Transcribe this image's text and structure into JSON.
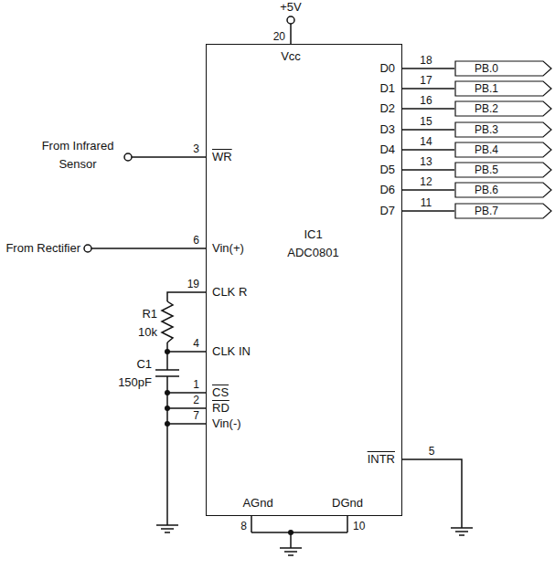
{
  "diagram": {
    "nodes": [
      {
        "text": [
          "IC1",
          "ADC0801"
        ]
      },
      {
        "text": [
          "PB.0"
        ]
      },
      {
        "text": [
          "PB.1"
        ]
      },
      {
        "text": [
          "PB.2"
        ]
      },
      {
        "text": [
          "PB.3"
        ]
      },
      {
        "text": [
          "PB.4"
        ]
      },
      {
        "text": [
          "PB.5"
        ]
      },
      {
        "text": [
          "PB.6"
        ]
      },
      {
        "text": [
          "PB.7"
        ]
      }
    ],
    "edges": [
      {
        "from": 0,
        "to": 1,
        "arrow": "none"
      },
      {
        "from": 0,
        "to": 2,
        "arrow": "none"
      },
      {
        "from": 0,
        "to": 3,
        "arrow": "none"
      },
      {
        "from": 0,
        "to": 4,
        "arrow": "none"
      },
      {
        "from": 0,
        "to": 5,
        "arrow": "none"
      },
      {
        "from": 0,
        "to": 6,
        "arrow": "none"
      },
      {
        "from": 0,
        "to": 7,
        "arrow": "none"
      },
      {
        "from": 0,
        "to": 8,
        "arrow": "none"
      }
    ],
    "labels": [
      "+5V",
      "20",
      "Vcc",
      "From Infrared Sensor",
      "3",
      "WR",
      "From Rectifier",
      "6",
      "Vin(+)",
      "19",
      "CLK R",
      "R1",
      "10k",
      "4",
      "CLK IN",
      "C1",
      "150pF",
      "1",
      "CS",
      "2",
      "RD",
      "7",
      "Vin(-)",
      "AGnd",
      "DGnd",
      "8",
      "10",
      "INTR",
      "5",
      "D0",
      "D1",
      "D2",
      "D3",
      "D4",
      "D5",
      "D6",
      "D7",
      "18",
      "17",
      "16",
      "15",
      "14",
      "13",
      "12",
      "11"
    ]
  }
}
